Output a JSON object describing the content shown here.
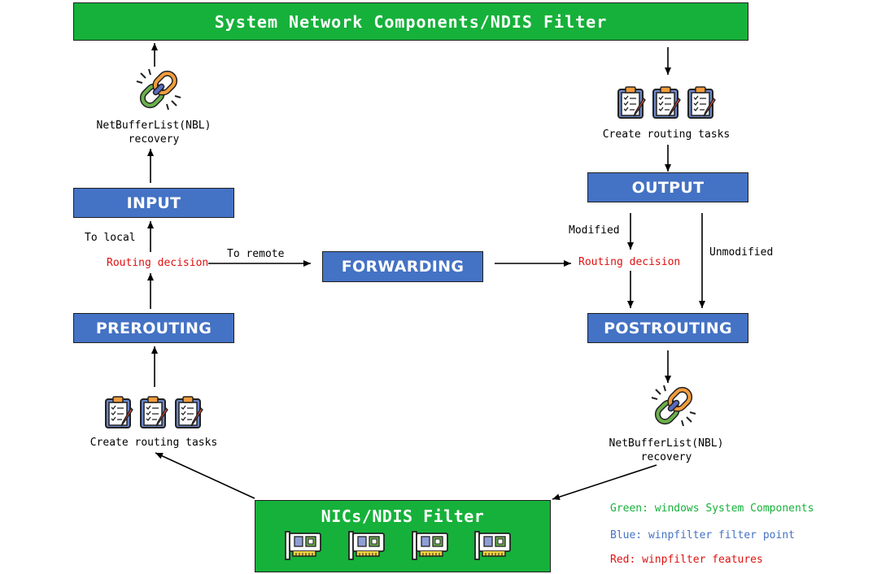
{
  "boxes": {
    "system_components": "System Network Components/NDIS Filter",
    "nics": "NICs/NDIS Filter",
    "input": "INPUT",
    "prerouting": "PREROUTING",
    "forwarding": "FORWARDING",
    "output": "OUTPUT",
    "postrouting": "POSTROUTING"
  },
  "labels": {
    "nbl_recovery_top_line1": "NetBufferList(NBL)",
    "nbl_recovery_top_line2": "recovery",
    "nbl_recovery_bottom_line1": "NetBufferList(NBL)",
    "nbl_recovery_bottom_line2": "recovery",
    "create_tasks_right": "Create routing tasks",
    "create_tasks_left": "Create routing tasks",
    "to_local": "To local",
    "to_remote": "To remote",
    "routing_decision_left": "Routing decision",
    "routing_decision_right": "Routing decision",
    "modified": "Modified",
    "unmodified": "Unmodified"
  },
  "legend": {
    "green": "Green: windows System Components",
    "blue": "Blue: winpfilter filter point",
    "red": "Red: winpfilter features"
  },
  "icons": [
    "chain-link-icon",
    "clipboard-checklist-icon",
    "network-card-icon"
  ],
  "colors": {
    "green": "#16b13a",
    "blue": "#4472c4",
    "red": "#e01010"
  }
}
